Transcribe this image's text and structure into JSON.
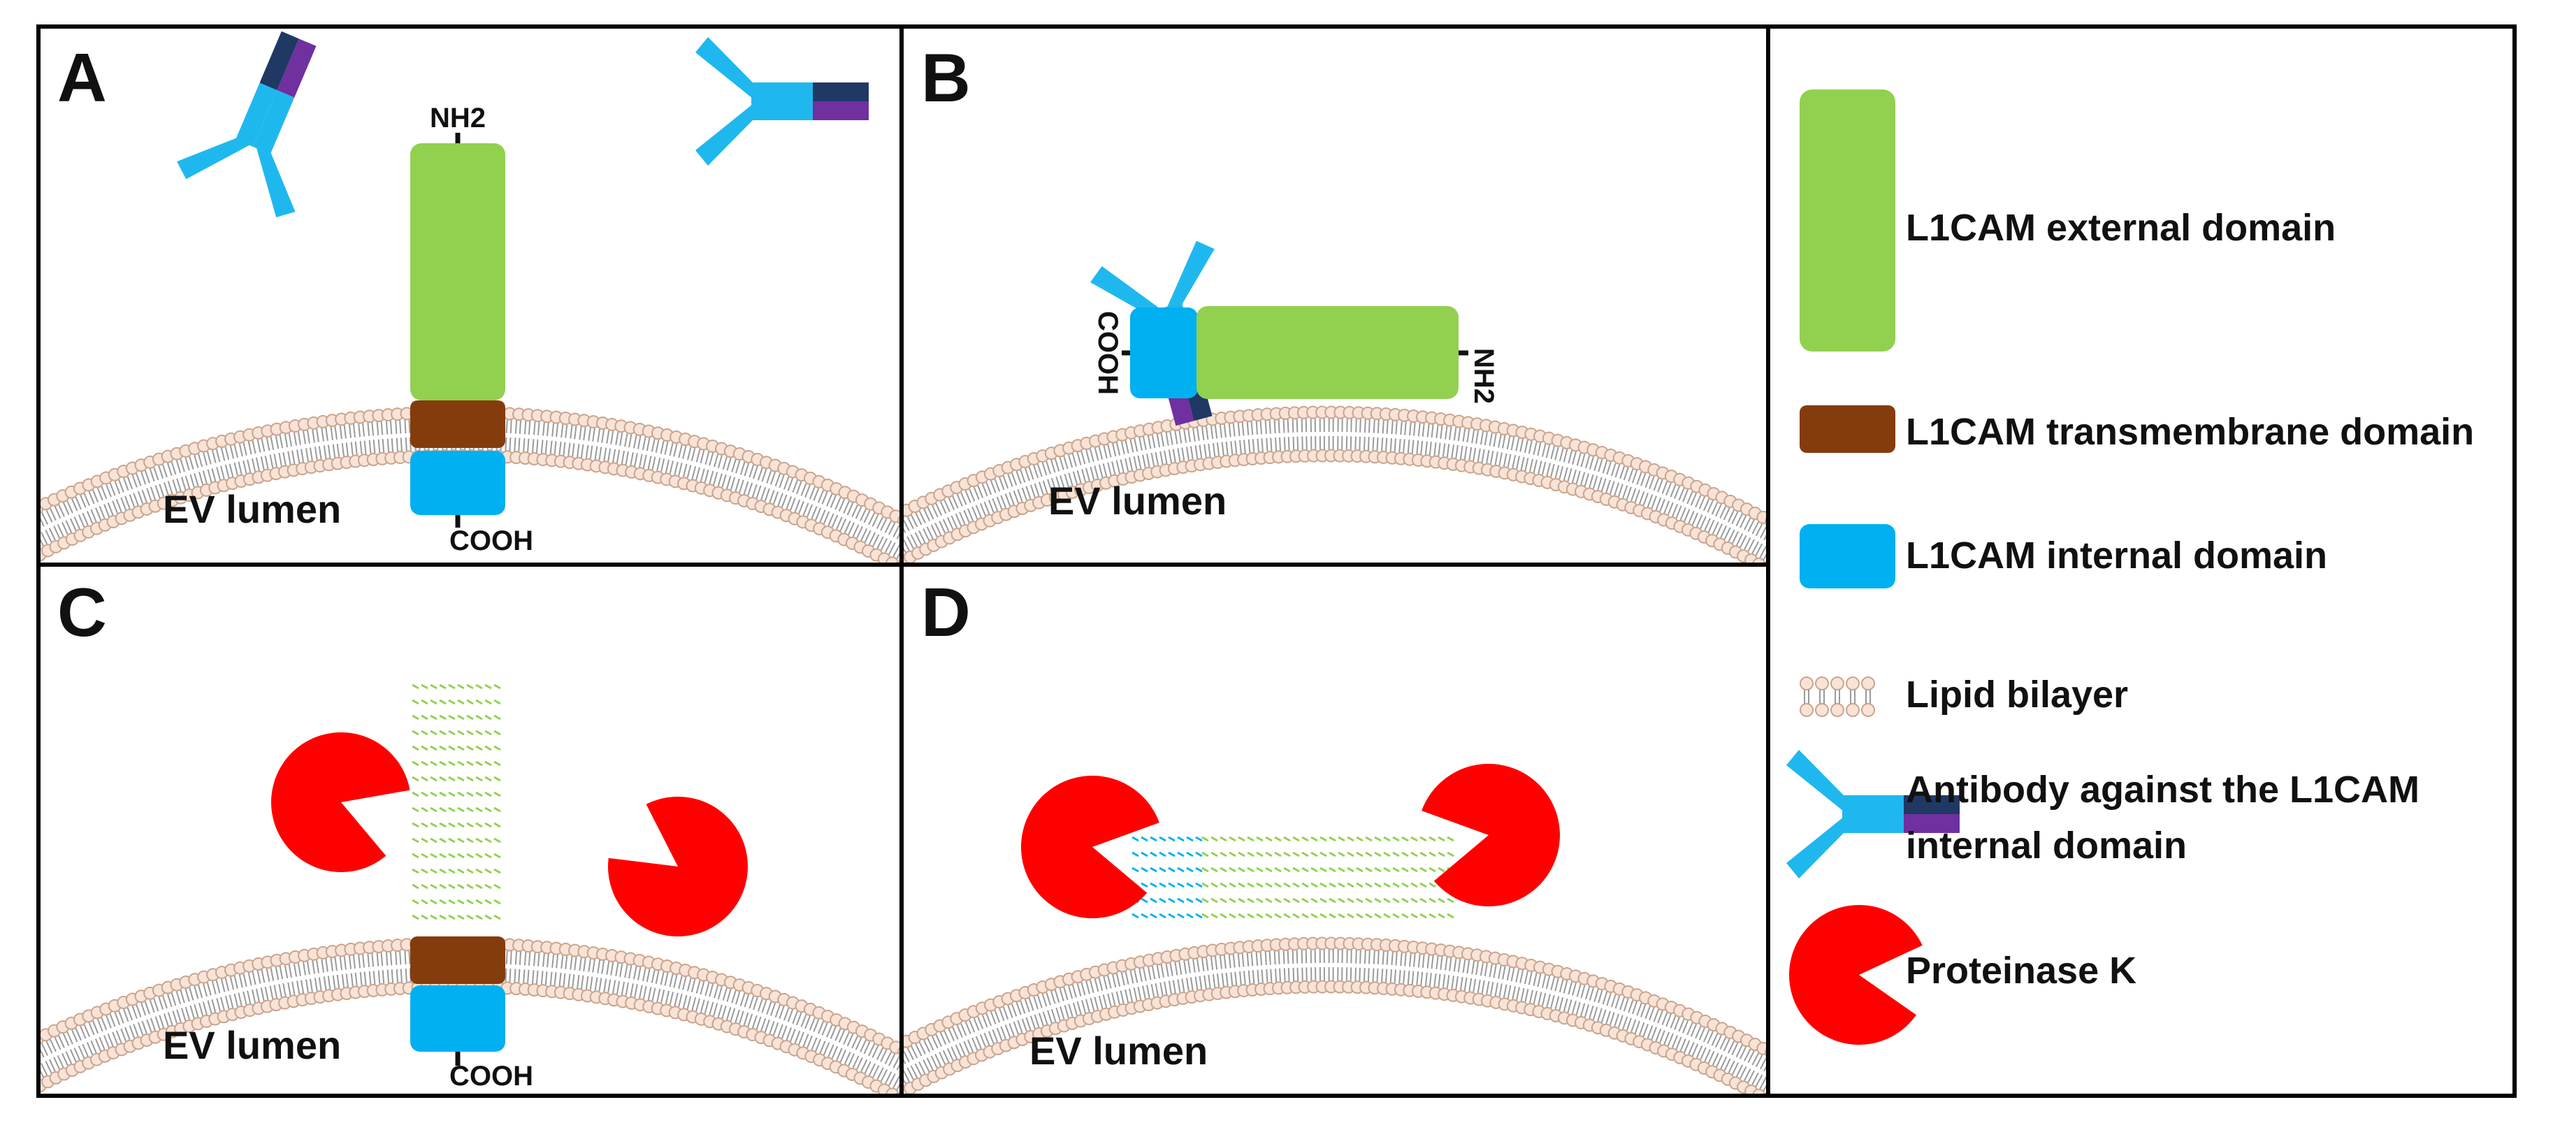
{
  "panels": [
    {
      "letter": "A",
      "lumen_label": "EV lumen",
      "nh2_label": "NH2",
      "cooh_label": "COOH"
    },
    {
      "letter": "B",
      "lumen_label": "EV lumen",
      "nh2_label": "NH2",
      "cooh_label": "COOH"
    },
    {
      "letter": "C",
      "lumen_label": "EV lumen",
      "cooh_label": "COOH"
    },
    {
      "letter": "D",
      "lumen_label": "EV lumen"
    }
  ],
  "legend": {
    "external_domain": "L1CAM external domain",
    "transmembrane_domain": "L1CAM transmembrane domain",
    "internal_domain": "L1CAM internal domain",
    "lipid_bilayer": "Lipid bilayer",
    "antibody_line1": "Antibody against the L1CAM",
    "antibody_line2": "internal domain",
    "proteinase": "Proteinase K"
  },
  "colors": {
    "external": "#92d050",
    "transmembrane": "#843c0c",
    "internal": "#00b0f0",
    "proteinase": "#ff0000",
    "antibody_heavy": "#1fb8ee",
    "antibody_dark": "#203864",
    "antibody_purple": "#7030a0",
    "lipid_head": "#f8e3d6",
    "lipid_head_edge": "#c9a58f",
    "lipid_tail": "#9a9a9a"
  }
}
